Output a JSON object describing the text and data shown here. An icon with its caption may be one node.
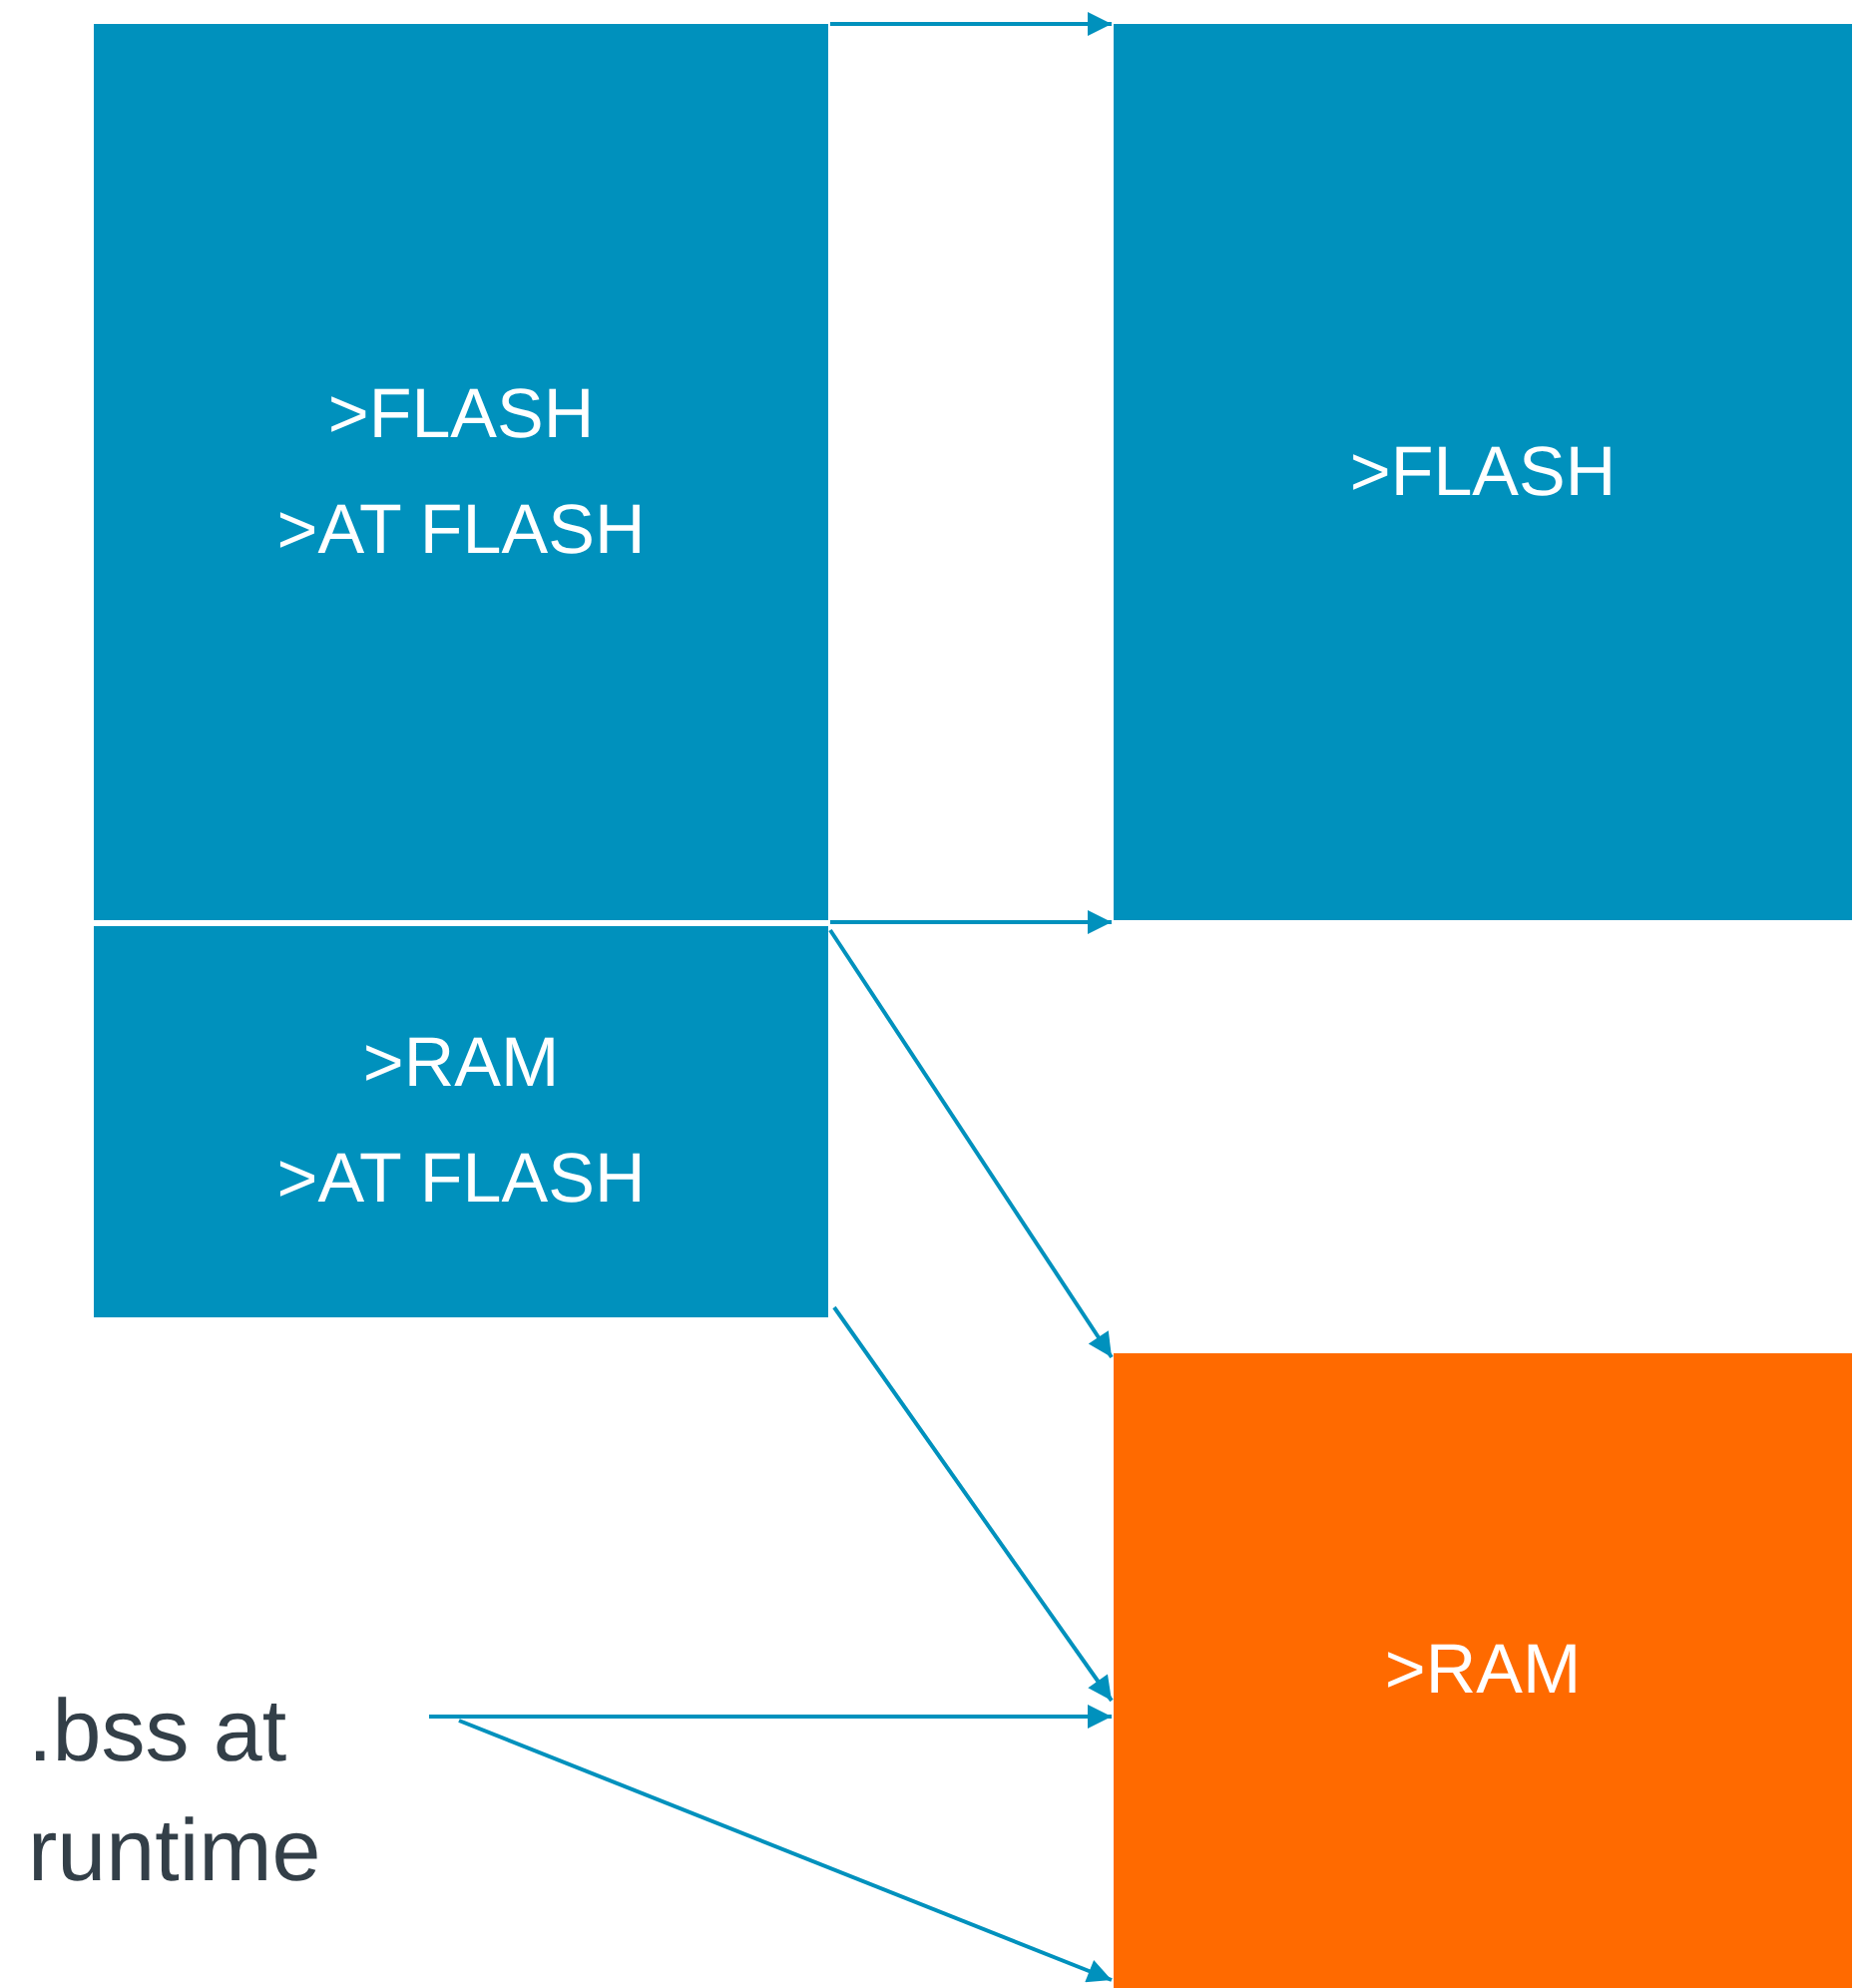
{
  "diagram": {
    "nodes": [
      {
        "text": [
          ">FLASH",
          ">AT FLASH"
        ]
      },
      {
        "text": [
          ">RAM",
          ">AT FLASH"
        ]
      },
      {
        "text": [
          ">FLASH"
        ]
      },
      {
        "text": [
          ">RAM"
        ]
      },
      {
        "text": [
          ".bss at runtime"
        ]
      }
    ],
    "edges": [
      {
        "from": 0,
        "to": 2,
        "arrow": "to"
      },
      {
        "from": 0,
        "to": 2,
        "arrow": "to"
      },
      {
        "from": 1,
        "to": 3,
        "arrow": "to"
      },
      {
        "from": 1,
        "to": 3,
        "arrow": "to"
      },
      {
        "from": 4,
        "to": 3,
        "arrow": "to"
      },
      {
        "from": 4,
        "to": 3,
        "arrow": "to"
      }
    ]
  }
}
